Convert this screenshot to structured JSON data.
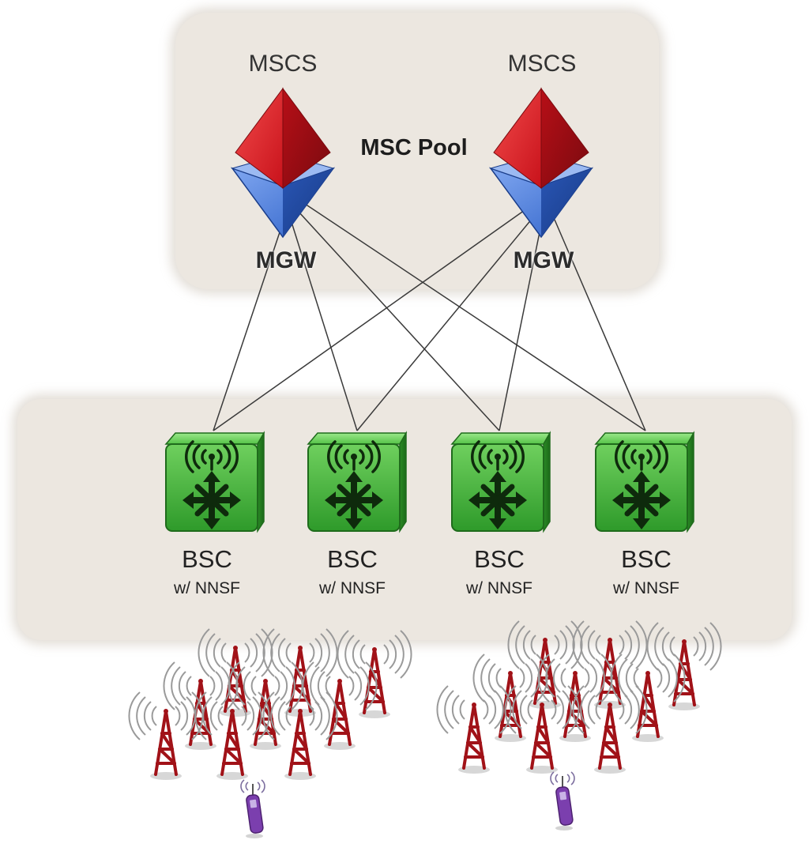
{
  "pool": {
    "title": "MSC Pool",
    "mscs_labels": [
      "MSCS",
      "MSCS"
    ],
    "mgw_labels": [
      "MGW",
      "MGW"
    ]
  },
  "bscs": [
    {
      "name": "BSC",
      "sub": "w/ NNSF"
    },
    {
      "name": "BSC",
      "sub": "w/ NNSF"
    },
    {
      "name": "BSC",
      "sub": "w/ NNSF"
    },
    {
      "name": "BSC",
      "sub": "w/ NNSF"
    }
  ],
  "colors": {
    "panel": "#ece7e0",
    "mscs_red": "#d0161e",
    "mgw_blue": "#2f62c8",
    "bsc_green": "#3fb13a",
    "tower_red": "#a11218",
    "phone_purple": "#7b3fae"
  },
  "icons": [
    "mscs-pyramid-icon",
    "mgw-pyramid-icon",
    "bsc-router-icon",
    "cell-tower-icon",
    "mobile-phone-icon"
  ]
}
